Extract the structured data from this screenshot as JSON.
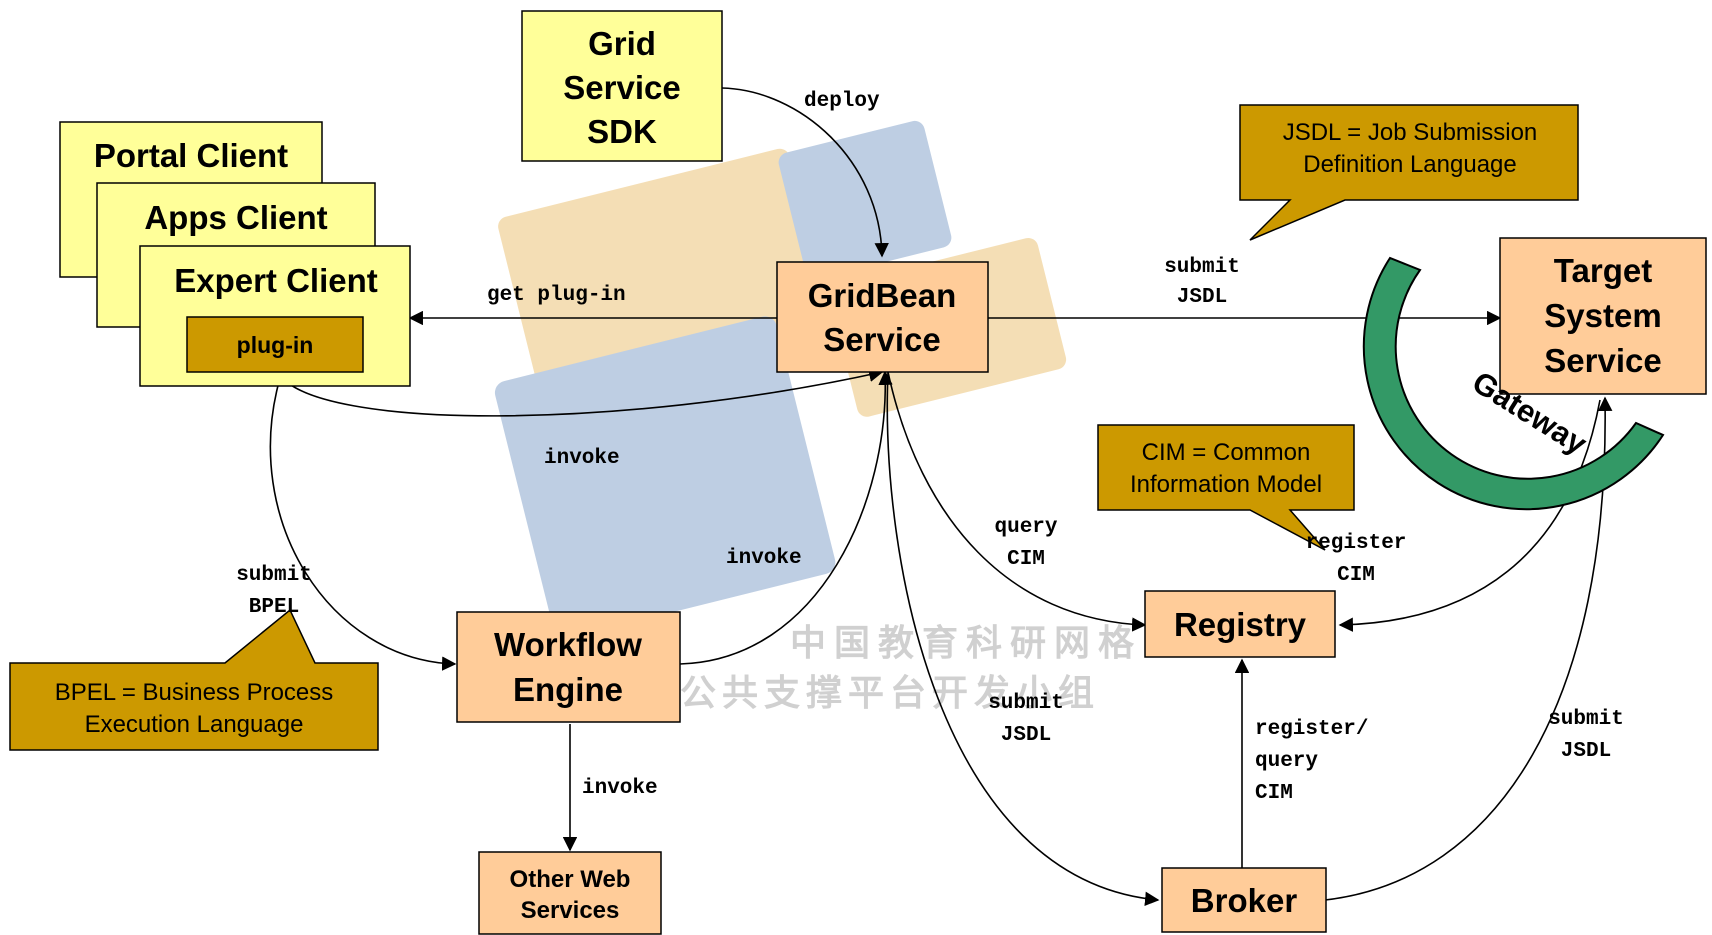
{
  "colors": {
    "yellow_box": "#ffff99",
    "orange_box": "#ffcc99",
    "callout": "#cc9900",
    "gateway": "#339966",
    "watermark_orange": "#f3d9a8",
    "watermark_blue": "#b3c6de"
  },
  "nodes": {
    "grid_sdk": {
      "line1": "Grid",
      "line2": "Service",
      "line3": "SDK"
    },
    "portal_client": {
      "label": "Portal Client"
    },
    "apps_client": {
      "label": "Apps Client"
    },
    "expert_client": {
      "label": "Expert Client"
    },
    "plugin": {
      "label": "plug-in"
    },
    "gridbean": {
      "line1": "GridBean",
      "line2": "Service"
    },
    "target": {
      "line1": "Target",
      "line2": "System",
      "line3": "Service"
    },
    "gateway": {
      "label": "Gateway"
    },
    "workflow": {
      "line1": "Workflow",
      "line2": "Engine"
    },
    "other_ws": {
      "line1": "Other Web",
      "line2": "Services"
    },
    "registry": {
      "label": "Registry"
    },
    "broker": {
      "label": "Broker"
    }
  },
  "callouts": {
    "jsdl": {
      "line1": "JSDL = Job Submission",
      "line2": "Definition Language"
    },
    "cim": {
      "line1": "CIM = Common",
      "line2": "Information Model"
    },
    "bpel": {
      "line1": "BPEL = Business Process",
      "line2": "Execution Language"
    }
  },
  "edges": {
    "deploy": "deploy",
    "get_plugin": "get plug-in",
    "submit_jsdl_target": {
      "line1": "submit",
      "line2": "JSDL"
    },
    "invoke_plugin": "invoke",
    "submit_bpel": {
      "line1": "submit",
      "line2": "BPEL"
    },
    "invoke_workflow": "invoke",
    "query_cim": {
      "line1": "query",
      "line2": "CIM"
    },
    "register_cim": {
      "line1": "register",
      "line2": "CIM"
    },
    "submit_jsdl_broker": {
      "line1": "submit",
      "line2": "JSDL"
    },
    "register_query_cim": {
      "line1": "register/",
      "line2": "query",
      "line3": "CIM"
    },
    "submit_jsdl_broker_target": {
      "line1": "submit",
      "line2": "JSDL"
    },
    "invoke_other": "invoke"
  },
  "watermark": {
    "line1": "中国教育科研网格",
    "line2": "公共支撑平台开发小组"
  }
}
